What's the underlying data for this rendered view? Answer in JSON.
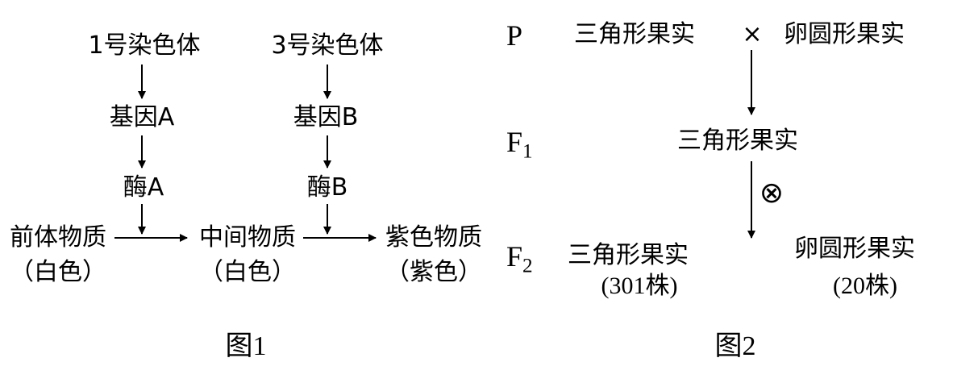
{
  "figure1": {
    "caption": "图1",
    "chains": [
      {
        "chromosome": "1号染色体",
        "gene": "基因A",
        "enzyme": "酶A"
      },
      {
        "chromosome": "3号染色体",
        "gene": "基因B",
        "enzyme": "酶B"
      }
    ],
    "substances": [
      {
        "name": "前体物质",
        "color_label": "（白色）"
      },
      {
        "name": "中间物质",
        "color_label": "（白色）"
      },
      {
        "name": "紫色物质",
        "color_label": "（紫色）"
      }
    ]
  },
  "figure2": {
    "caption": "图2",
    "p": {
      "label": "P",
      "left": "三角形果实",
      "cross": "×",
      "right": "卵圆形果实"
    },
    "f1": {
      "label_main": "F",
      "label_sub": "1",
      "phenotype": "三角形果实",
      "selfing": "⊗"
    },
    "f2": {
      "label_main": "F",
      "label_sub": "2",
      "left": {
        "phenotype": "三角形果实",
        "count": "(301株)"
      },
      "right": {
        "phenotype": "卵圆形果实",
        "count": "(20株)"
      }
    }
  }
}
